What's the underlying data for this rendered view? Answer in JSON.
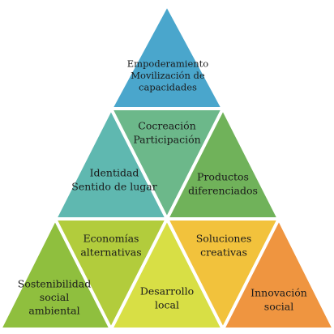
{
  "diagram": {
    "cells": [
      {
        "id": "top",
        "lines": [
          "Empoderamiento",
          "Movilización de",
          "capacidades"
        ],
        "color": "#4aa6cc"
      },
      {
        "id": "mid-left",
        "lines": [
          "Identidad",
          "Sentido de lugar"
        ],
        "color": "#5fb8b0"
      },
      {
        "id": "mid-center",
        "lines": [
          "Cocreación",
          "Participación"
        ],
        "color": "#6cb88a"
      },
      {
        "id": "mid-right",
        "lines": [
          "Productos",
          "diferenciados"
        ],
        "color": "#70b25a"
      },
      {
        "id": "bot-1",
        "lines": [
          "Sostenibilidad",
          "social",
          "ambiental"
        ],
        "color": "#8fbf3e"
      },
      {
        "id": "bot-2",
        "lines": [
          "Economías",
          "alternativas"
        ],
        "color": "#b2cc3c"
      },
      {
        "id": "bot-3",
        "lines": [
          "Desarrollo",
          "local"
        ],
        "color": "#d8df45"
      },
      {
        "id": "bot-4",
        "lines": [
          "Soluciones",
          "creativas"
        ],
        "color": "#f2c23c"
      },
      {
        "id": "bot-5",
        "lines": [
          "Innovación",
          "social"
        ],
        "color": "#ef9540"
      }
    ]
  }
}
